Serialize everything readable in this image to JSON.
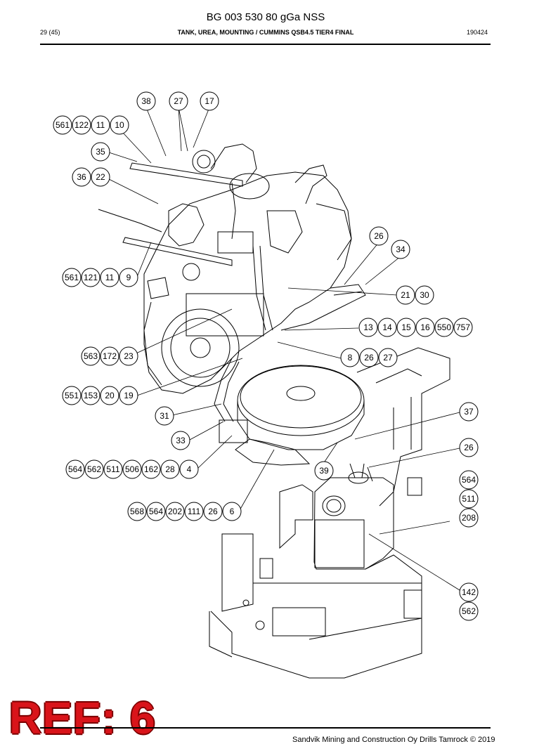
{
  "header": {
    "doc_id": "BG 003 530 80 gGa NSS",
    "page": "29 (45)",
    "title": "TANK, UREA, MOUNTING / CUMMINS QSB4.5 TIER4 FINAL",
    "date": "190424"
  },
  "callouts": [
    {
      "id": "c-38",
      "label": "38"
    },
    {
      "id": "c-27a",
      "label": "27"
    },
    {
      "id": "c-17",
      "label": "17"
    },
    {
      "id": "c-561a",
      "label": "561"
    },
    {
      "id": "c-122",
      "label": "122"
    },
    {
      "id": "c-11a",
      "label": "11"
    },
    {
      "id": "c-10",
      "label": "10"
    },
    {
      "id": "c-35",
      "label": "35"
    },
    {
      "id": "c-36",
      "label": "36"
    },
    {
      "id": "c-22",
      "label": "22"
    },
    {
      "id": "c-26a",
      "label": "26"
    },
    {
      "id": "c-34",
      "label": "34"
    },
    {
      "id": "c-561b",
      "label": "561"
    },
    {
      "id": "c-121",
      "label": "121"
    },
    {
      "id": "c-11b",
      "label": "11"
    },
    {
      "id": "c-9",
      "label": "9"
    },
    {
      "id": "c-21",
      "label": "21"
    },
    {
      "id": "c-30",
      "label": "30"
    },
    {
      "id": "c-13",
      "label": "13"
    },
    {
      "id": "c-14",
      "label": "14"
    },
    {
      "id": "c-15",
      "label": "15"
    },
    {
      "id": "c-16",
      "label": "16"
    },
    {
      "id": "c-550",
      "label": "550"
    },
    {
      "id": "c-757",
      "label": "757"
    },
    {
      "id": "c-563",
      "label": "563"
    },
    {
      "id": "c-172",
      "label": "172"
    },
    {
      "id": "c-23",
      "label": "23"
    },
    {
      "id": "c-8",
      "label": "8"
    },
    {
      "id": "c-26b",
      "label": "26"
    },
    {
      "id": "c-27b",
      "label": "27"
    },
    {
      "id": "c-551",
      "label": "551"
    },
    {
      "id": "c-153",
      "label": "153"
    },
    {
      "id": "c-20",
      "label": "20"
    },
    {
      "id": "c-19",
      "label": "19"
    },
    {
      "id": "c-37",
      "label": "37"
    },
    {
      "id": "c-31",
      "label": "31"
    },
    {
      "id": "c-33",
      "label": "33"
    },
    {
      "id": "c-26c",
      "label": "26"
    },
    {
      "id": "c-564a",
      "label": "564"
    },
    {
      "id": "c-562a",
      "label": "562"
    },
    {
      "id": "c-511a",
      "label": "511"
    },
    {
      "id": "c-506",
      "label": "506"
    },
    {
      "id": "c-162",
      "label": "162"
    },
    {
      "id": "c-28",
      "label": "28"
    },
    {
      "id": "c-4",
      "label": "4"
    },
    {
      "id": "c-39",
      "label": "39"
    },
    {
      "id": "c-564b",
      "label": "564"
    },
    {
      "id": "c-511b",
      "label": "511"
    },
    {
      "id": "c-208",
      "label": "208"
    },
    {
      "id": "c-568",
      "label": "568"
    },
    {
      "id": "c-564c",
      "label": "564"
    },
    {
      "id": "c-202",
      "label": "202"
    },
    {
      "id": "c-111",
      "label": "111"
    },
    {
      "id": "c-26d",
      "label": "26"
    },
    {
      "id": "c-6",
      "label": "6"
    },
    {
      "id": "c-142",
      "label": "142"
    },
    {
      "id": "c-562b",
      "label": "562"
    }
  ],
  "stamp": "REF: 6",
  "footer": "Sandvik Mining and Construction Oy Drills Tamrock © 2019"
}
